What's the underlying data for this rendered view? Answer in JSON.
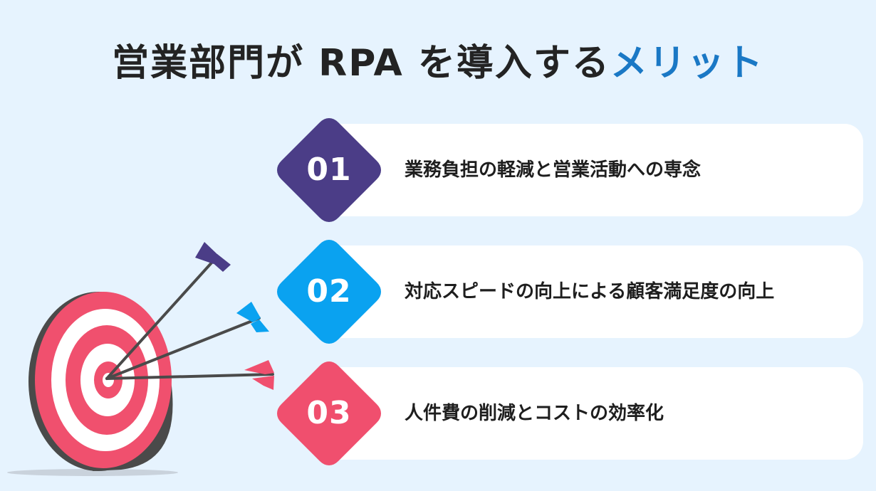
{
  "title": {
    "prefix": "営業部門が RPA を導入する",
    "accent": "メリット"
  },
  "items": [
    {
      "number": "01",
      "text": "業務負担の軽減と営業活動への専念",
      "color": "#4b3d87"
    },
    {
      "number": "02",
      "text": "対応スピードの向上による顧客満足度の向上",
      "color": "#0aa2f0"
    },
    {
      "number": "03",
      "text": "人件費の削減とコストの効率化",
      "color": "#f04f6e"
    }
  ],
  "colors": {
    "background": "#e6f3fe",
    "accent": "#1a78c5",
    "target_red": "#f0506e",
    "target_side": "#4a4a4a"
  },
  "icons": [
    "target-icon",
    "arrow-icon"
  ]
}
